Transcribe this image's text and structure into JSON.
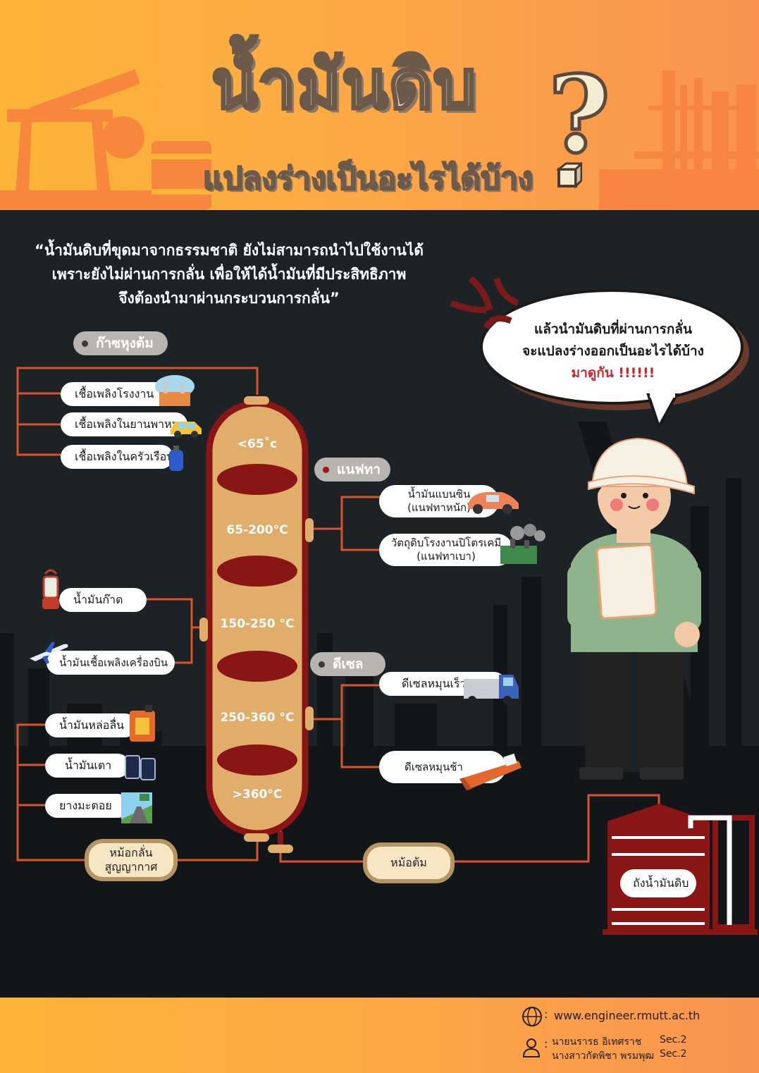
{
  "header": {
    "title": "น้ำมันดิบ",
    "question_mark": "?",
    "subtitle": "แปลงร่างเป็นอะไรได้บ้าง"
  },
  "quote": {
    "line1": "“น้ำมันดิบที่ขุดมาจากธรรมชาติ ยังไม่สามารถนำไปใช้งานได้",
    "line2": "เพราะยังไม่ผ่านการกลั่น เพื่อให้ได้น้ำมันที่มีประสิทธิภาพ",
    "line3": "จึงต้องนำมาผ่านกระบวนการกลั่น”"
  },
  "speech_bubble": {
    "line1": "แล้วนำมันดิบที่ผ่านการกลั่น",
    "line2": "จะแปลงร่างออกเป็นอะไรได้บ้าง",
    "line3": "มาดูกัน !!!!!!"
  },
  "column": {
    "temps": [
      "<65˚c",
      "65-200°C",
      "150-250 °C",
      "250-360 °C",
      ">360°C"
    ]
  },
  "groups": {
    "lpg": {
      "label": "ก๊าซหุงต้ม",
      "items": [
        "เชื้อเพลิงโรงงาน",
        "เชื้อเพลิงในยานพาหนะ",
        "เชื้อเพลิงในครัวเรือน"
      ]
    },
    "naphtha": {
      "label": "แนฟทา",
      "items": [
        {
          "line1": "น้ำมันแบนซิน",
          "line2": "(แนฟทาหนัก)"
        },
        {
          "line1": "วัตถุดิบโรงงานปิโตรเคมี",
          "line2": "(แนฟทาเบา)"
        }
      ]
    },
    "kerosene": {
      "items": [
        "น้ำมันก๊าด",
        "น้ำมันเชื้อเพลิงเครื่องบิน"
      ]
    },
    "diesel": {
      "label": "ดีเซล",
      "items": [
        "ดีเซลหมุนเร็ว",
        "ดีเซลหมุนช้า"
      ]
    },
    "residue": {
      "items": [
        "น้ำมันหล่อลื่น",
        "น้ำมันเตา",
        "ยางมะตอย"
      ]
    }
  },
  "equipment": {
    "vacuum_still": {
      "line1": "หม้อกลั่น",
      "line2": "สูญญากาศ"
    },
    "boiler": "หม้อต้ม",
    "crude_tank": "ถังน้ำมันดิบ"
  },
  "footer": {
    "website": "www.engineer.rmutt.ac.th",
    "authors": [
      {
        "name": "นายนรารธ อิเทศราช",
        "sec": "Sec.2"
      },
      {
        "name": "นางสาวกัตพิชา พรมพุฒ",
        "sec": "Sec.2"
      }
    ]
  },
  "colors": {
    "header_gradient_start": "#fbb437",
    "header_gradient_end": "#f9934f",
    "background": "#1c2226",
    "column_body": "#e0ad6a",
    "column_outline": "#8a1515",
    "connector": "#d9532b",
    "accent_red": "#d4232d"
  }
}
